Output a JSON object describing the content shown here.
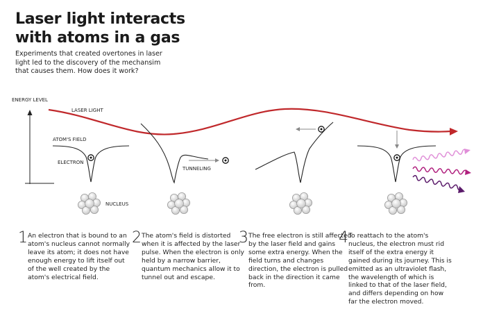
{
  "header": {
    "title_line1": "Laser light interacts",
    "title_line2": "with atoms in a gas",
    "subtitle": "Experiments that created overtones in laser light led to the discovery of the mechansim that causes them. How does it work?"
  },
  "labels": {
    "energy_level": "ENERGY LEVEL",
    "laser_light": "LASER LIGHT",
    "atoms_field": "ATOM'S FIELD",
    "electron": "ELECTRON",
    "tunneling": "TUNNELING",
    "nucleus": "NUCLEUS"
  },
  "steps": [
    {
      "number": "1",
      "text": "An electron that is bound to an atom's nucleus cannot normally leave its atom; it does not have enough energy to lift itself out of the well created by the atom's electrical field."
    },
    {
      "number": "2",
      "text": "The atom's field is distorted when it is affected by the laser pulse. When the electron is only held by a narrow barrier, quantum mechanics allow it to tunnel out and escape."
    },
    {
      "number": "3",
      "text": "The free electron is still affected by the laser field and gains some extra energy. When the field turns and changes direction, the electron is pulled back in the direction it came from."
    },
    {
      "number": "4",
      "text": "To reattach to the atom's nucleus, the electron must rid itself of the extra energy it gained during its journey. This is emitted as an ultraviolet flash, the wavelength of which is linked to that of the laser field, and differs depending on how far the electron moved."
    }
  ],
  "colors": {
    "laser": "#c0282b",
    "wave_light": "#e08fd8",
    "wave_mid": "#b0207e",
    "wave_dark": "#5a1a6a",
    "line": "#222222"
  },
  "icons": [
    "electron-icon",
    "nucleus-icon",
    "arrow-icon"
  ]
}
